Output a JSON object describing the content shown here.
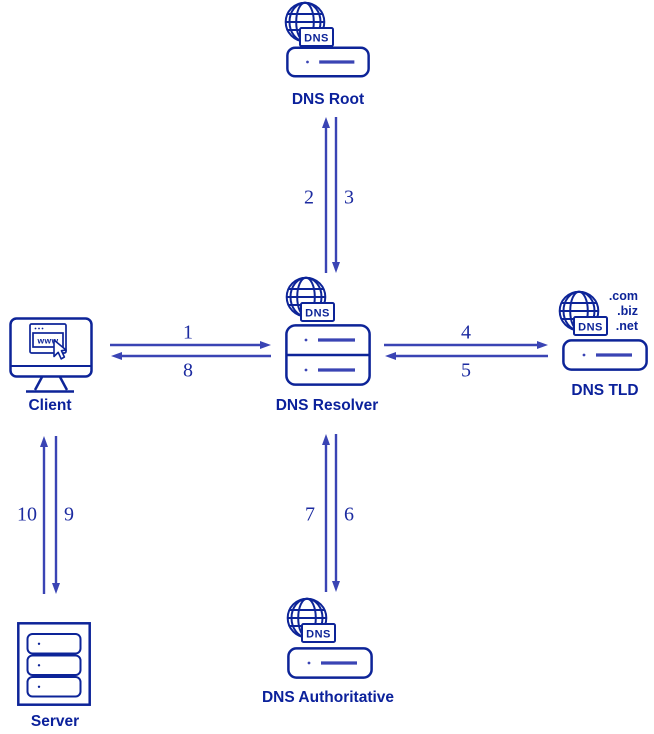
{
  "colors": {
    "icon": "#0d2498",
    "arrow": "#3a44b4",
    "label": "#0b219b",
    "number": "#1c2ba0",
    "background": "#ffffff"
  },
  "badge_text": "DNS",
  "client_browser_text": "www",
  "nodes": {
    "dns_root": {
      "label": "DNS Root"
    },
    "dns_resolver": {
      "label": "DNS Resolver"
    },
    "dns_tld": {
      "label": "DNS TLD",
      "domains": [
        ".com",
        ".biz",
        ".net"
      ]
    },
    "client": {
      "label": "Client"
    },
    "server": {
      "label": "Server"
    },
    "dns_authoritative": {
      "label": "DNS Authoritative"
    }
  },
  "edges": [
    {
      "step": "1",
      "from": "client",
      "to": "dns_resolver"
    },
    {
      "step": "2",
      "from": "dns_resolver",
      "to": "dns_root"
    },
    {
      "step": "3",
      "from": "dns_root",
      "to": "dns_resolver"
    },
    {
      "step": "4",
      "from": "dns_resolver",
      "to": "dns_tld"
    },
    {
      "step": "5",
      "from": "dns_tld",
      "to": "dns_resolver"
    },
    {
      "step": "6",
      "from": "dns_resolver",
      "to": "dns_authoritative"
    },
    {
      "step": "7",
      "from": "dns_authoritative",
      "to": "dns_resolver"
    },
    {
      "step": "8",
      "from": "dns_resolver",
      "to": "client"
    },
    {
      "step": "9",
      "from": "client",
      "to": "server"
    },
    {
      "step": "10",
      "from": "server",
      "to": "client"
    }
  ]
}
